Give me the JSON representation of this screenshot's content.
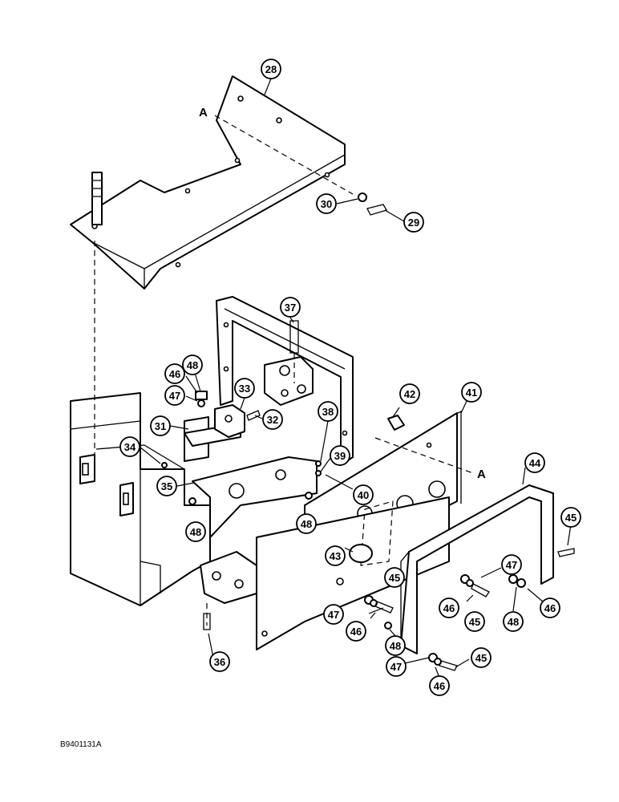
{
  "callouts": [
    {
      "label": "28"
    },
    {
      "label": "30"
    },
    {
      "label": "29"
    },
    {
      "label": "37"
    },
    {
      "label": "48"
    },
    {
      "label": "46"
    },
    {
      "label": "47"
    },
    {
      "label": "33"
    },
    {
      "label": "31"
    },
    {
      "label": "32"
    },
    {
      "label": "34"
    },
    {
      "label": "35"
    },
    {
      "label": "48"
    },
    {
      "label": "38"
    },
    {
      "label": "42"
    },
    {
      "label": "41"
    },
    {
      "label": "39"
    },
    {
      "label": "40"
    },
    {
      "label": "48"
    },
    {
      "label": "44"
    },
    {
      "label": "45"
    },
    {
      "label": "43"
    },
    {
      "label": "47"
    },
    {
      "label": "45"
    },
    {
      "label": "46"
    },
    {
      "label": "45"
    },
    {
      "label": "48"
    },
    {
      "label": "46"
    },
    {
      "label": "47"
    },
    {
      "label": "46"
    },
    {
      "label": "48"
    },
    {
      "label": "36"
    },
    {
      "label": "47"
    },
    {
      "label": "45"
    },
    {
      "label": "46"
    }
  ],
  "reference_markers": [
    {
      "label": "A"
    },
    {
      "label": "A"
    }
  ],
  "drawing_code": "B9401131A"
}
